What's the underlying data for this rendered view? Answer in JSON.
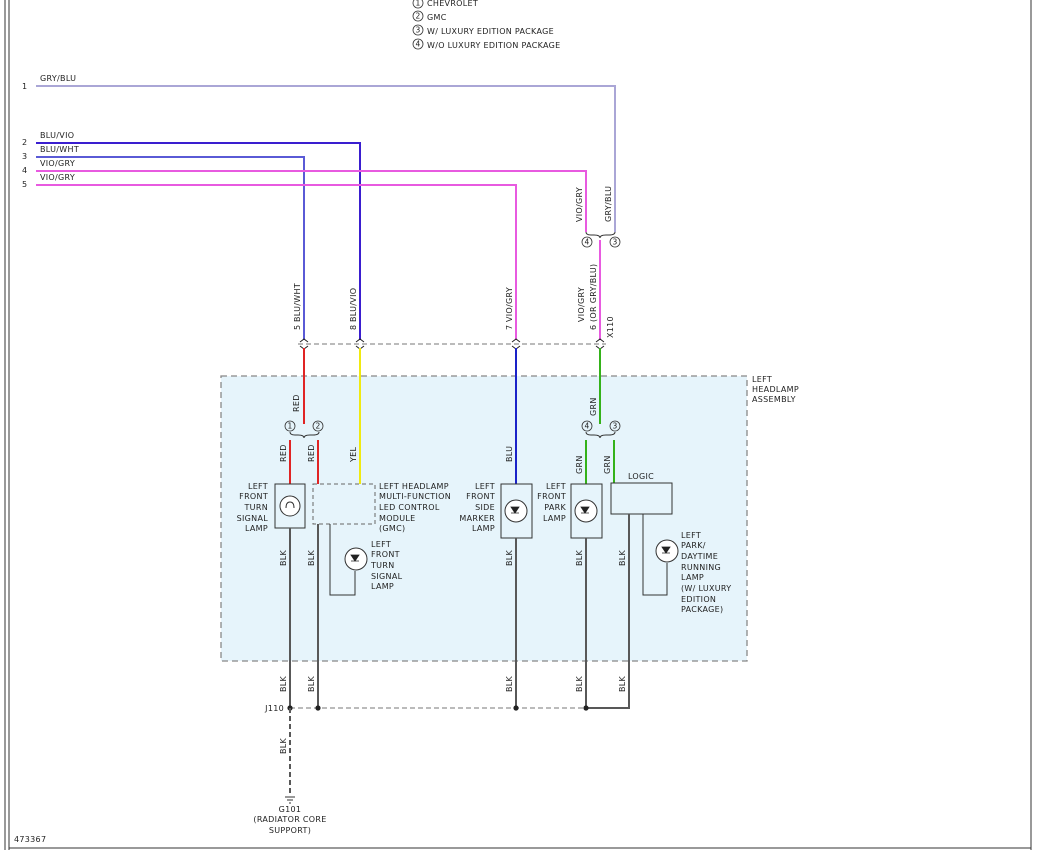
{
  "legend": [
    {
      "num": "1",
      "text": "CHEVROLET"
    },
    {
      "num": "2",
      "text": "GMC"
    },
    {
      "num": "3",
      "text": "W/ LUXURY EDITION PACKAGE"
    },
    {
      "num": "4",
      "text": "W/O LUXURY EDITION PACKAGE"
    }
  ],
  "input_wires": [
    {
      "pin": "1",
      "label": "GRY/BLU"
    },
    {
      "pin": "2",
      "label": "BLU/VIO"
    },
    {
      "pin": "3",
      "label": "BLU/WHT"
    },
    {
      "pin": "4",
      "label": "VIO/GRY"
    },
    {
      "pin": "5",
      "label": "VIO/GRY"
    }
  ],
  "splice_labels": {
    "vio_gry": "VIO/GRY",
    "gry_blu": "GRY/BLU",
    "opt_left": "4",
    "opt_right": "3"
  },
  "connector": {
    "name": "X110",
    "pins": [
      {
        "pin": "5",
        "label": "BLU/WHT"
      },
      {
        "pin": "8",
        "label": "BLU/VIO"
      },
      {
        "pin": "7",
        "label": "VIO/GRY"
      },
      {
        "pin": "6",
        "label": "VIO/GRY\n(OR GRY/BLU)"
      }
    ],
    "pin6_line1": "VIO/GRY",
    "pin6_line2": "(OR GRY/BLU)"
  },
  "assembly": {
    "line1": "LEFT",
    "line2": "HEADLAMP",
    "line3": "ASSEMBLY"
  },
  "internal_wires": {
    "red_top": "RED",
    "red_a": "RED",
    "red_b": "RED",
    "opt1": "1",
    "opt2": "2",
    "yel": "YEL",
    "blu": "BLU",
    "grn_top": "GRN",
    "grn_a": "GRN",
    "grn_b": "GRN",
    "opt4": "4",
    "opt3": "3",
    "blk": "BLK"
  },
  "components": {
    "turn_lamp": [
      "LEFT",
      "FRONT",
      "TURN",
      "SIGNAL",
      "LAMP"
    ],
    "led_module": [
      "LEFT HEADLAMP",
      "MULTI-FUNCTION",
      "LED CONTROL",
      "MODULE",
      "(GMC)"
    ],
    "led_turn_lamp": [
      "LEFT",
      "FRONT",
      "TURN",
      "SIGNAL",
      "LAMP"
    ],
    "side_marker": [
      "LEFT",
      "FRONT",
      "SIDE",
      "MARKER",
      "LAMP"
    ],
    "park_lamp": [
      "LEFT",
      "FRONT",
      "PARK",
      "LAMP"
    ],
    "logic": "LOGIC",
    "drl": [
      "LEFT",
      "PARK/",
      "DAYTIME",
      "RUNNING",
      "LAMP",
      "(W/ LUXURY",
      "EDITION",
      "PACKAGE)"
    ]
  },
  "ground": {
    "splice": "J110",
    "name": "G101",
    "line2": "(RADIATOR CORE",
    "line3": "SUPPORT)"
  },
  "figure_id": "473367",
  "colors": {
    "gry_blu": "#aaa6d6",
    "blu_vio": "#3a1ecf",
    "blu_wht": "#5a5ad6",
    "vio_gry": "#e85ae0",
    "red": "#e02424",
    "yel": "#f0ea10",
    "blu": "#1a22c8",
    "grn": "#34b21a",
    "blk": "#585858",
    "box_fill": "#e6f4fb"
  }
}
